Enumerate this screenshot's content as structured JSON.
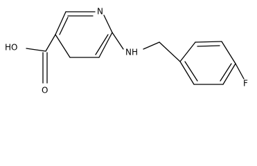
{
  "structure": {
    "atoms": {
      "ring_nitrogen": "N",
      "amine": "NH",
      "hydroxyl": "HO",
      "carbonyl_oxygen": "O",
      "fluorine": "F"
    }
  }
}
